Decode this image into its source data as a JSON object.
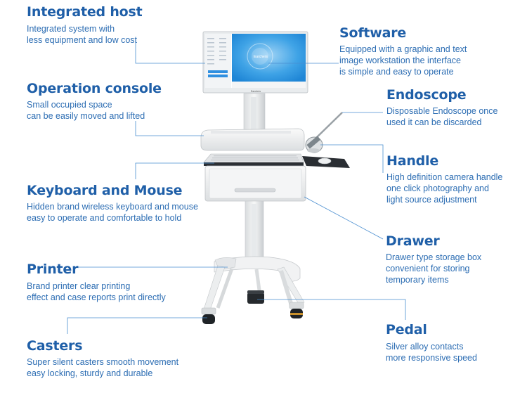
{
  "screen_brand": "Earchers",
  "monitor_label": "Earchers",
  "features": [
    {
      "id": "integrated-host",
      "title": "Integrated host",
      "lines": [
        "Integrated system with",
        "less equipment and low cost"
      ]
    },
    {
      "id": "operation-console",
      "title": "Operation console",
      "lines": [
        "Small occupied space",
        "can be easily moved and lifted"
      ]
    },
    {
      "id": "keyboard-mouse",
      "title": "Keyboard and Mouse",
      "lines": [
        "Hidden brand wireless keyboard and mouse",
        "easy to operate and comfortable to hold"
      ]
    },
    {
      "id": "printer",
      "title": "Printer",
      "lines": [
        "Brand printer  clear printing",
        "effect and case reports print directly"
      ]
    },
    {
      "id": "casters",
      "title": "Casters",
      "lines": [
        "Super silent casters  smooth movement",
        "easy locking, sturdy and durable"
      ]
    },
    {
      "id": "software",
      "title": "Software",
      "lines": [
        "Equipped with a graphic and   text",
        "image workstation   the interface",
        "is simple and easy to operate"
      ]
    },
    {
      "id": "endoscope",
      "title": "Endoscope",
      "lines": [
        "Disposable Endoscope  once",
        "used  it can be discarded"
      ]
    },
    {
      "id": "handle",
      "title": "Handle",
      "lines": [
        "High definition camera handle",
        "one click photography and",
        "light source adjustment"
      ]
    },
    {
      "id": "drawer",
      "title": "Drawer",
      "lines": [
        "Drawer type storage box",
        "convenient for storing",
        "temporary items"
      ]
    },
    {
      "id": "pedal",
      "title": "Pedal",
      "lines": [
        "Silver alloy contacts",
        "more responsive speed"
      ]
    }
  ]
}
